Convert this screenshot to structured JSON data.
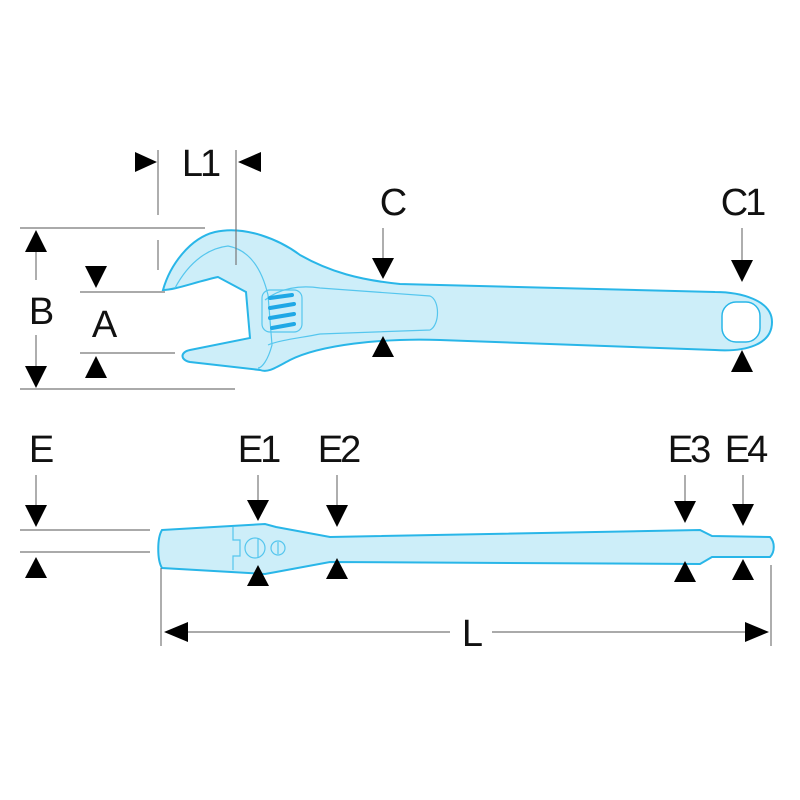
{
  "title": "Adjustable wrench dimension diagram",
  "colors": {
    "wrench_fill": "#cdeef9",
    "wrench_outline": "#29b6e8",
    "worm_gear": "#1fa8e6",
    "arrow": "#000000"
  },
  "labels": {
    "L1": "L1",
    "C": "C",
    "C1": "C1",
    "B": "B",
    "A": "A",
    "E": "E",
    "E1": "E1",
    "E2": "E2",
    "E3": "E3",
    "E4": "E4",
    "L": "L"
  }
}
